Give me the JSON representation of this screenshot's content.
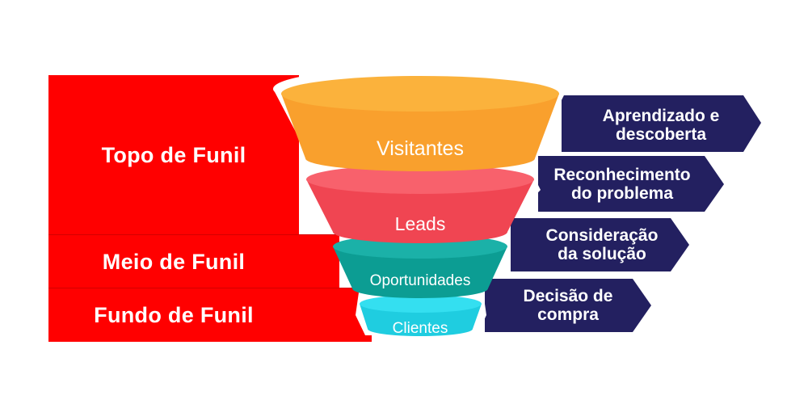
{
  "colors": {
    "stage_band": "#ff0000",
    "arrow_fill": "#232060",
    "funnel_outline": "#ffffff",
    "visitantes_top": "#fbb23c",
    "visitantes_body": "#f9a02d",
    "leads_top": "#f8616c",
    "leads_body": "#f04552",
    "oportunidades_top": "#1bb1a8",
    "oportunidades_body": "#0c9d93",
    "clientes_top": "#34dff0",
    "clientes_body": "#1fcde0"
  },
  "stages": [
    {
      "label": "Topo de Funil"
    },
    {
      "label": "Meio de Funil"
    },
    {
      "label": "Fundo de Funil"
    }
  ],
  "funnel": [
    {
      "label": "Visitantes"
    },
    {
      "label": "Leads"
    },
    {
      "label": "Oportunidades"
    },
    {
      "label": "Clientes"
    }
  ],
  "journey": [
    {
      "line1": "Aprendizado e",
      "line2": "descoberta"
    },
    {
      "line1": "Reconhecimento",
      "line2": "do problema"
    },
    {
      "line1": "Consideração",
      "line2": "da solução"
    },
    {
      "line1": "Decisão de",
      "line2": "compra"
    }
  ]
}
